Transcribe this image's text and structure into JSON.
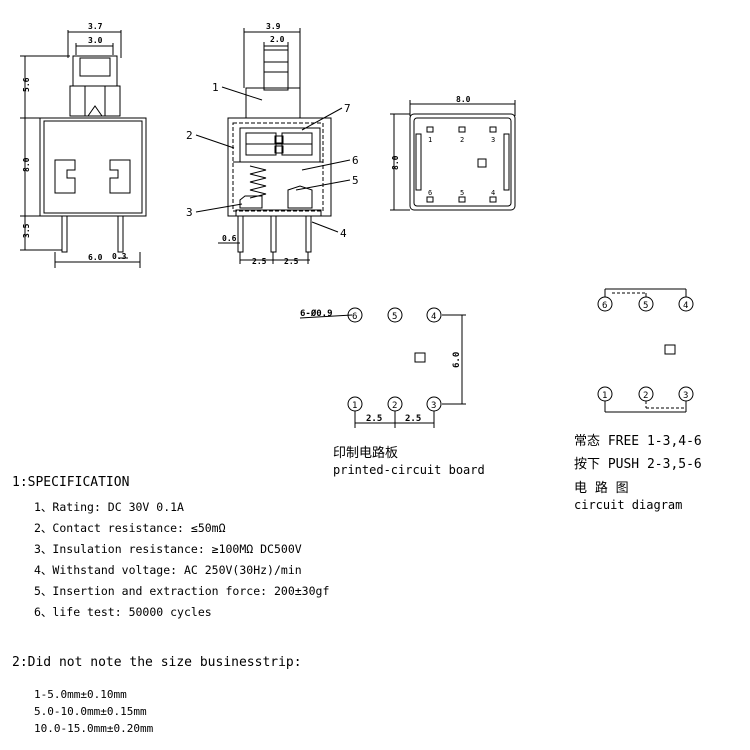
{
  "drawings": {
    "front": {
      "dim_top_outer": "3.7",
      "dim_top_inner": "3.0",
      "dim_left_top": "5.6",
      "dim_left_mid": "8.0",
      "dim_left_bot": "3.5",
      "dim_bottom_width": "6.0",
      "dim_bottom_pin": "0.3"
    },
    "side": {
      "dim_top_outer": "3.9",
      "dim_top_inner": "2.0",
      "pin_dim": "0.6",
      "pitch_left": "2.5",
      "pitch_right": "2.5",
      "callouts": [
        "1",
        "2",
        "3",
        "4",
        "5",
        "6",
        "7"
      ]
    },
    "top": {
      "dim_width": "8.0",
      "dim_height": "8.0",
      "pins_top": [
        "1",
        "2",
        "3"
      ],
      "pins_bottom": [
        "6",
        "5",
        "4"
      ]
    }
  },
  "pcb": {
    "hole_label": "6-Ø0.9",
    "holes_top": [
      "6",
      "5",
      "4"
    ],
    "holes_bottom": [
      "1",
      "2",
      "3"
    ],
    "dim_vertical": "6.0",
    "pitch_left": "2.5",
    "pitch_right": "2.5",
    "caption_cn": "印制电路板",
    "caption_en": "printed-circuit board"
  },
  "circuit": {
    "nodes_top": [
      "6",
      "5",
      "4"
    ],
    "nodes_bottom": [
      "1",
      "2",
      "3"
    ],
    "free": "常态 FREE 1-3,4-6",
    "push": "按下 PUSH 2-3,5-6",
    "caption_cn": "电 路 图",
    "caption_en": "circuit diagram"
  },
  "specification": {
    "heading": "1:SPECIFICATION",
    "items": [
      "1、Rating: DC 30V 0.1A",
      "2、Contact resistance: ≤50mΩ",
      "3、Insulation resistance: ≥100MΩ DC500V",
      "4、Withstand voltage: AC 250V(30Hz)/min",
      "5、Insertion and extraction force: 200±30gf",
      "6、life test: 50000 cycles"
    ]
  },
  "tolerance": {
    "heading": "2:Did not note the size businesstrip:",
    "items": [
      "1-5.0mm±0.10mm",
      "5.0-10.0mm±0.15mm",
      "10.0-15.0mm±0.20mm"
    ]
  }
}
